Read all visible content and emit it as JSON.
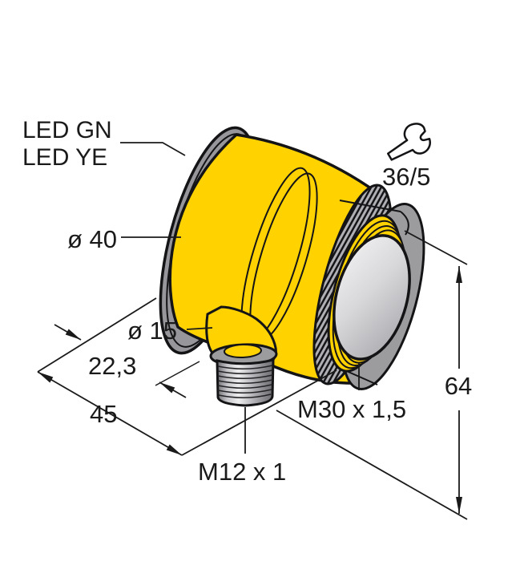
{
  "drawing": {
    "kind": "technical-dimension-drawing",
    "subject": "photoelectric barrel sensor, right-angle housing",
    "labels": {
      "led_gn": "LED GN",
      "led_ye": "LED YE",
      "wrench_size": "36/5"
    },
    "dimensions": {
      "housing_diameter": "ø 40",
      "connector_diameter": "ø 15",
      "connector_offset": "22,3",
      "housing_length": "45",
      "overall_height": "64",
      "front_thread": "M30 x 1,5",
      "connector_thread": "M12 x 1"
    },
    "icons": {
      "wrench": "open-end-wrench"
    },
    "colors": {
      "housing_yellow": "#ffd200",
      "metal_gray": "#9c9c9f",
      "knurl_dark": "#151518",
      "lens_silver": "#d9d9dc",
      "line_black": "#141416",
      "background": "#ffffff"
    }
  }
}
